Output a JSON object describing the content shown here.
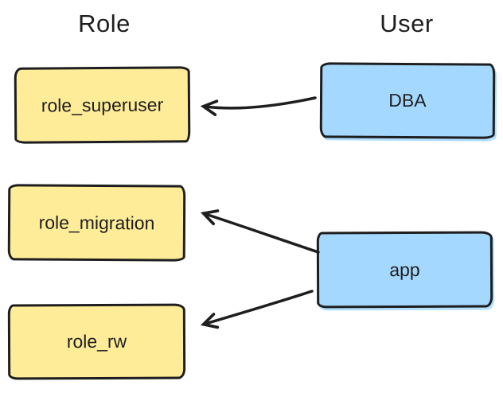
{
  "diagram": {
    "headers": {
      "role": "Role",
      "user": "User"
    },
    "roles": [
      {
        "label": "role_superuser"
      },
      {
        "label": "role_migration"
      },
      {
        "label": "role_rw"
      }
    ],
    "users": [
      {
        "label": "DBA"
      },
      {
        "label": "app"
      }
    ],
    "edges": [
      {
        "from": "DBA",
        "to": "role_superuser"
      },
      {
        "from": "app",
        "to": "role_migration"
      },
      {
        "from": "app",
        "to": "role_rw"
      }
    ],
    "colors": {
      "role_fill": "#ffec99",
      "user_fill": "#a5d8ff",
      "stroke": "#1e1e1e",
      "background": "#ffffff"
    }
  }
}
